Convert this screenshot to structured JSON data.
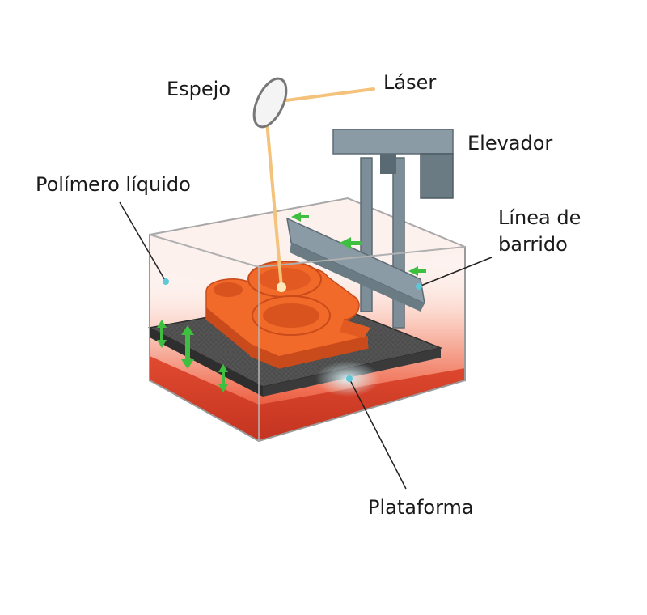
{
  "labels": {
    "mirror": "Espejo",
    "laser": "Láser",
    "elevator": "Elevador",
    "liquid_polymer": "Polímero líquido",
    "sweep_line_1": "Línea de",
    "sweep_line_2": "barrido",
    "platform": "Plataforma"
  },
  "colors": {
    "resin": "#e8442c",
    "resin_light": "#f7a58f",
    "part": "#f26a2a",
    "part_shadow": "#c94a1a",
    "laser_beam": "#f4c27a",
    "platform": "#4a4a4a",
    "platform_edge": "#2e2e2e",
    "elevator": "#7d8e98",
    "elevator_dark": "#5c6b74",
    "arrows": "#3fbf3f",
    "tank_outline": "#9a9a9a",
    "leader_dot": "#5fc8d6"
  }
}
